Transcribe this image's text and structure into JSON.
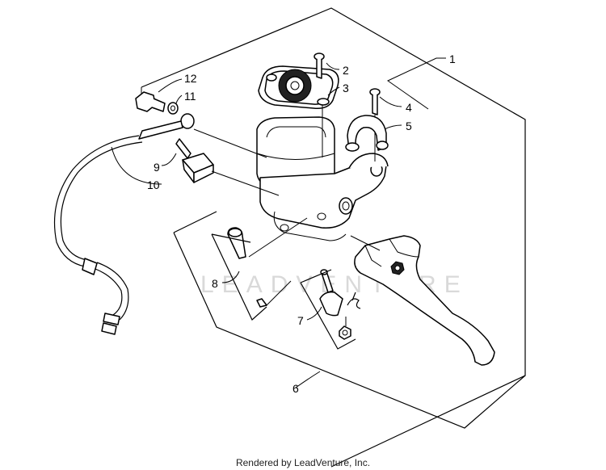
{
  "diagram": {
    "callouts": [
      "1",
      "2",
      "3",
      "4",
      "5",
      "6",
      "7",
      "8",
      "9",
      "10",
      "11",
      "12"
    ],
    "watermark": "LEADVENTURE"
  },
  "footer": {
    "text": "Rendered by LeadVenture, Inc."
  }
}
